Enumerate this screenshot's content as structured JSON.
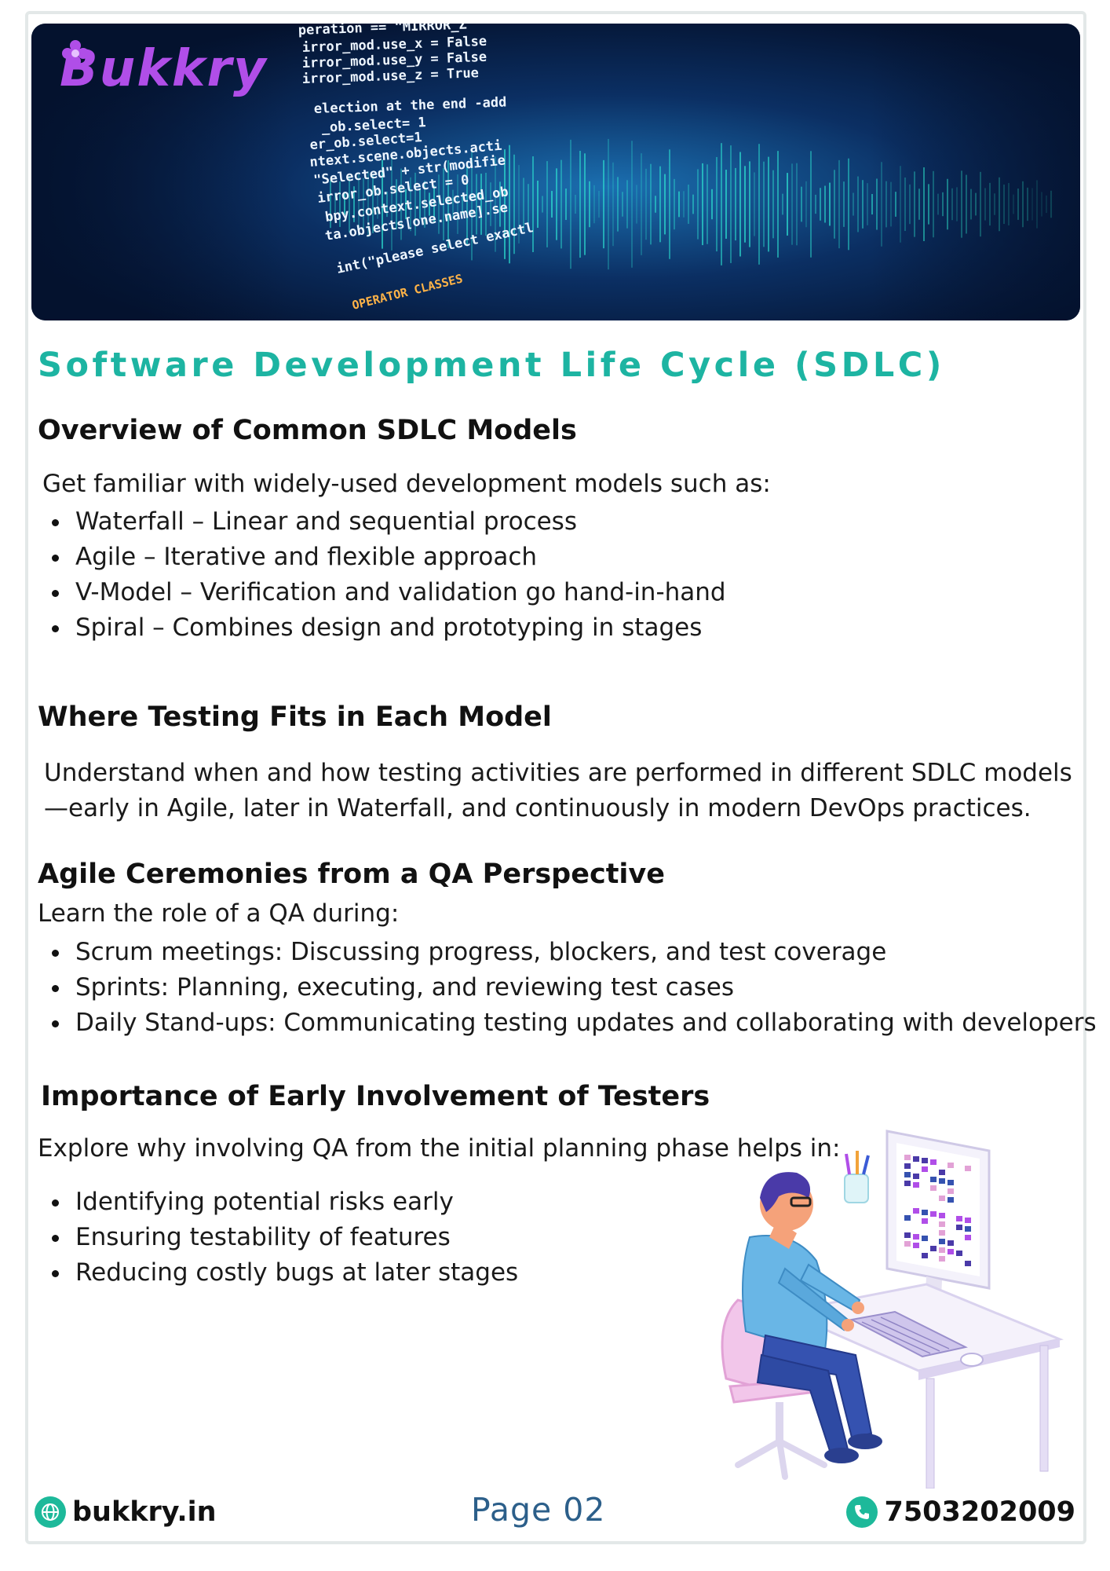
{
  "brand": {
    "logo_text": "ukkry",
    "logo_initial": "B"
  },
  "banner": {
    "code_lines": [
      "peration == \"MIRROR_Z\"",
      "irror_mod.use_x = False",
      "irror_mod.use_y = False",
      "irror_mod.use_z = True",
      "election at the end -add",
      "_ob.select= 1",
      "er_ob.select=1",
      "ntext.scene.objects.acti",
      "\"Selected\" + str(modifie",
      "irror_ob.select = 0",
      "bpy.context.selected_ob",
      "ta.objects[one.name].se",
      "int(\"please select exactl",
      "OPERATOR CLASSES"
    ]
  },
  "title": "Software Development Life Cycle (SDLC)",
  "sections": {
    "overview": {
      "heading": "Overview of Common SDLC Models",
      "intro": "Get familiar with widely-used development models such as:",
      "items": [
        "Waterfall – Linear and sequential process",
        "Agile – Iterative and flexible approach",
        "V-Model – Verification and validation go hand-in-hand",
        "Spiral – Combines design and prototyping in stages"
      ]
    },
    "testing_fit": {
      "heading": "Where Testing Fits in Each Model",
      "line1": "Understand when and how testing activities are performed in different SDLC models",
      "line2": "—early in Agile, later in Waterfall, and continuously in modern DevOps practices."
    },
    "agile": {
      "heading": "Agile Ceremonies from a QA Perspective",
      "intro": "Learn the role of a QA during:",
      "items": [
        "Scrum meetings: Discussing progress, blockers, and test coverage",
        "Sprints: Planning, executing, and reviewing test cases",
        "Daily Stand-ups: Communicating testing updates and collaborating with developers"
      ]
    },
    "early": {
      "heading": "Importance of Early Involvement of Testers",
      "intro": "Explore why involving QA from the initial planning phase helps in:",
      "items": [
        "Identifying potential risks early",
        "Ensuring testability of features",
        "Reducing costly bugs at later stages"
      ]
    }
  },
  "footer": {
    "website": "bukkry.in",
    "page": "Page 02",
    "phone": "7503202009"
  },
  "colors": {
    "accent": "#1db4a2",
    "logo": "#b04ee8",
    "page_number": "#2c5f8a"
  },
  "icons": [
    "globe-icon",
    "phone-icon",
    "logo-flower-icon"
  ]
}
